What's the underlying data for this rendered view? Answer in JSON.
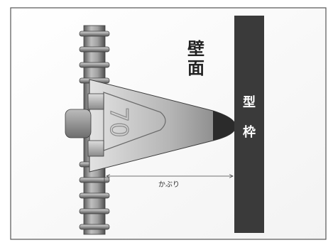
{
  "labels": {
    "wall": [
      "壁",
      "面"
    ],
    "form": [
      "型",
      "枠"
    ],
    "cover": "かぶり",
    "spacer_mark": "70"
  },
  "colors": {
    "formwork": "#3a3a3a",
    "rebar": "#8e8e8e",
    "spacer_fill": "#bdbdbd",
    "text_dark": "#222222",
    "text_light": "#ffffff"
  }
}
